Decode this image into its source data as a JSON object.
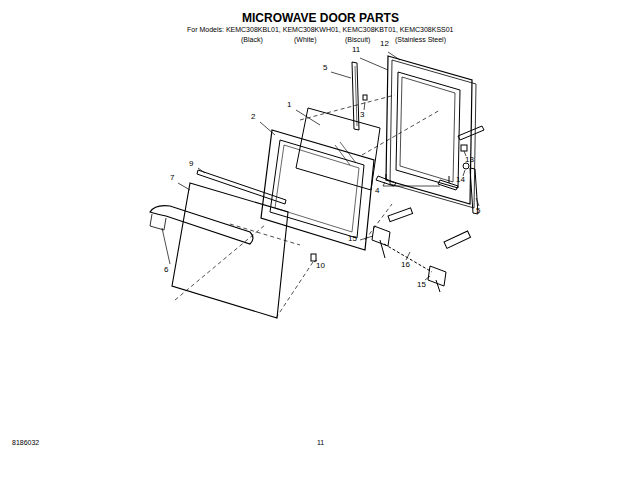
{
  "diagram": {
    "title": "MICROWAVE DOOR PARTS",
    "labels": [
      "For Models: KEMC308KBL01, KEMC308KWH01, KEMC308KBT01, KEMC308KSS01",
      "(Black)",
      "(White)",
      "(Biscuit)",
      "(Stainless Steel)",
      "11",
      "12",
      "5",
      "3",
      "1",
      "2",
      "9",
      "7",
      "4",
      "13",
      "14",
      "5",
      "15",
      "16",
      "15",
      "10",
      "6",
      "8186032",
      "11"
    ]
  }
}
